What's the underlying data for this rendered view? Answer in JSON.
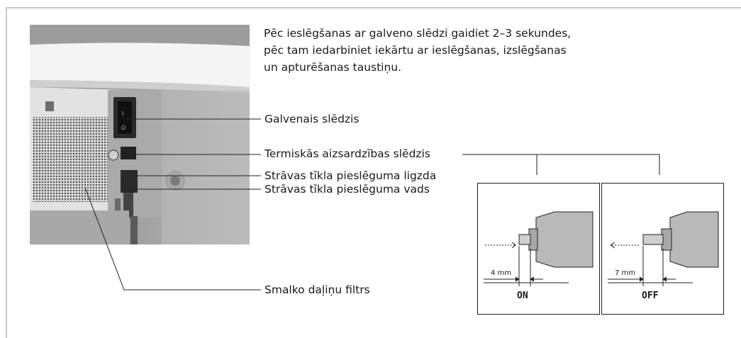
{
  "intro": {
    "lines": [
      "Pēc ieslēgšanas ar galveno slēdzi gaidiet 2–3 sekundes,",
      "pēc tam iedarbiniet iekārtu ar ieslēgšanas, izslēgšanas",
      "un apturēšanas taustiņu."
    ]
  },
  "labels": {
    "main_switch": "Galvenais slēdzis",
    "thermal_switch": "Termiskās aizsardzības slēdzis",
    "power_socket": "Strāvas tīkla pieslēguma ligzda",
    "power_cord": "Strāvas tīkla pieslēguma vads",
    "fine_filter": "Smalko daļiņu filtrs"
  },
  "insets": {
    "on": {
      "distance": "4 mm",
      "state": "ON"
    },
    "off": {
      "distance": "7 mm",
      "state": "OFF"
    }
  }
}
